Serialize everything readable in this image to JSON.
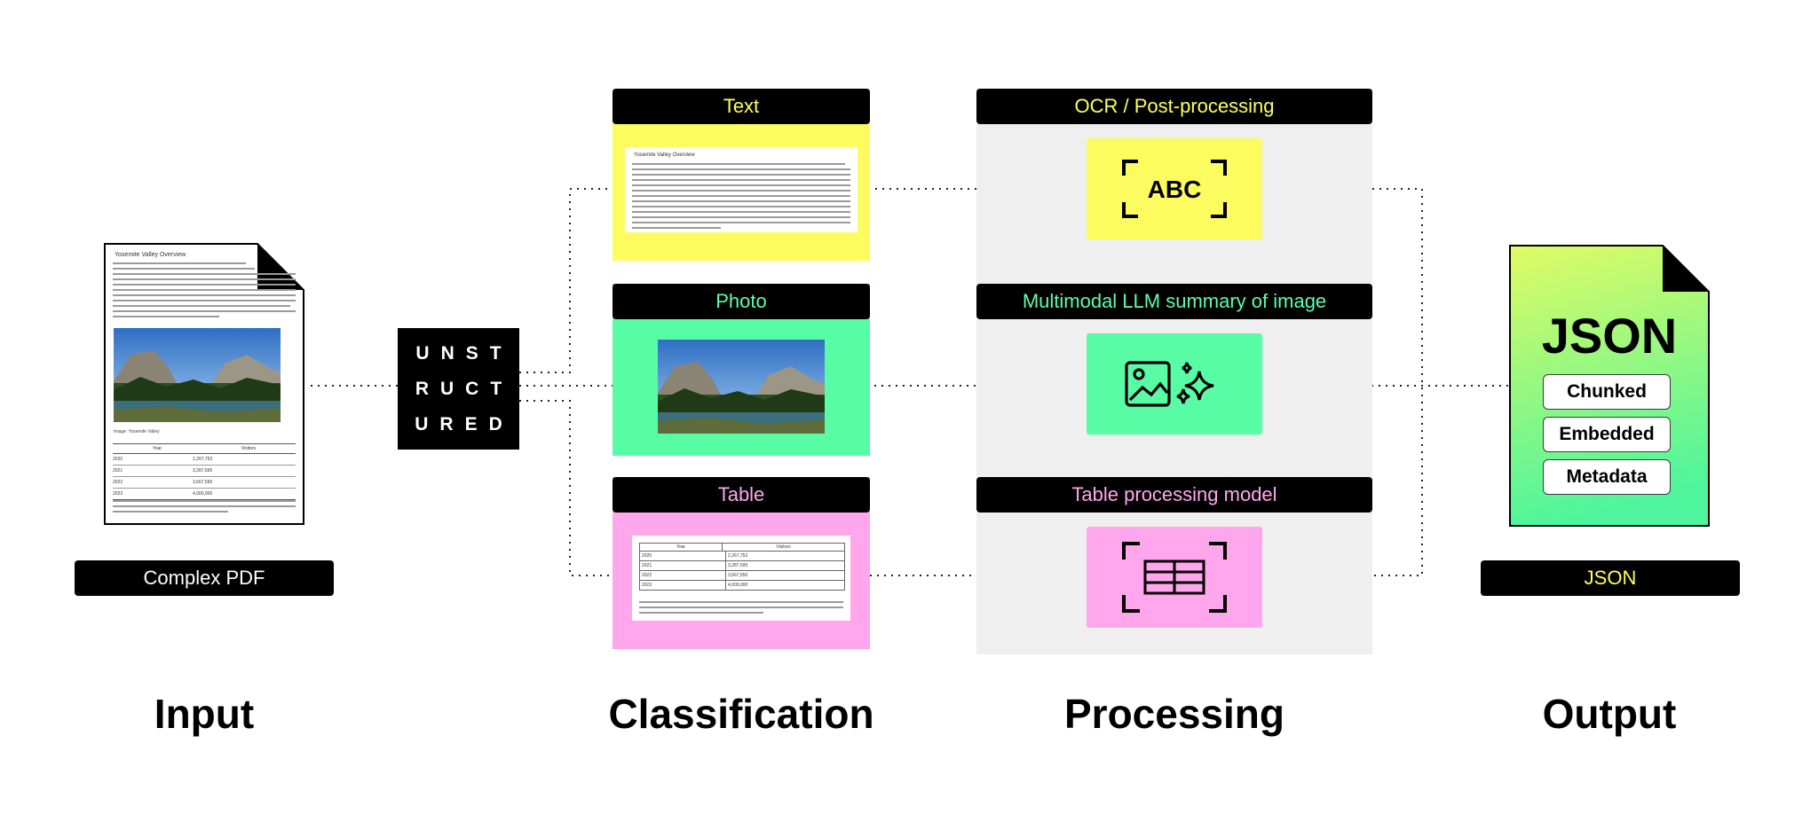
{
  "input": {
    "caption": "Complex PDF",
    "heading": "Input",
    "doc_title": "Yosemite Valley Overview",
    "photo_caption": "Image: Yosemite Valley",
    "table_headers": [
      "Year",
      "Visitors"
    ],
    "table_rows": [
      [
        "2020",
        "2,267,752"
      ],
      [
        "2021",
        "3,287,595"
      ],
      [
        "2022",
        "3,667,550"
      ],
      [
        "2023",
        "4,000,000"
      ]
    ]
  },
  "logo": {
    "rows": [
      "UNST",
      "RUCT",
      "URED"
    ]
  },
  "classification": {
    "heading": "Classification",
    "items": [
      {
        "label": "Text",
        "label_color": "#ffff5a",
        "bg": "#fcfc60"
      },
      {
        "label": "Photo",
        "label_color": "#5cfea8",
        "bg": "#58fca4"
      },
      {
        "label": "Table",
        "label_color": "#ffa8ee",
        "bg": "#ffa6ec"
      }
    ],
    "text_sheet_title": "Yosemite Valley Overview",
    "table_headers": [
      "Year",
      "Visitors"
    ],
    "table_rows": [
      [
        "2020",
        "2,267,752"
      ],
      [
        "2021",
        "3,287,595"
      ],
      [
        "2022",
        "3,667,550"
      ],
      [
        "2023",
        "4,000,000"
      ]
    ]
  },
  "processing": {
    "heading": "Processing",
    "items": [
      {
        "label": "OCR / Post-processing",
        "label_color": "#ffff5a",
        "bg": "#fcfc60",
        "icon": "ocr-abc-icon",
        "icon_text": "ABC"
      },
      {
        "label": "Multimodal LLM summary of image",
        "label_color": "#5cfea8",
        "bg": "#58fca4",
        "icon": "image-sparkle-icon"
      },
      {
        "label": "Table processing model",
        "label_color": "#ffa8ee",
        "bg": "#ffa6ec",
        "icon": "table-scan-icon"
      }
    ]
  },
  "output": {
    "heading": "Output",
    "caption": "JSON",
    "caption_color": "#ffff5a",
    "doc_title": "JSON",
    "tags": [
      "Chunked",
      "Embedded",
      "Metadata"
    ]
  },
  "colors": {
    "panel": "#efefef",
    "black": "#000000",
    "output_gradient_top": "#e0fb64",
    "output_gradient_bottom": "#4ef59d"
  }
}
